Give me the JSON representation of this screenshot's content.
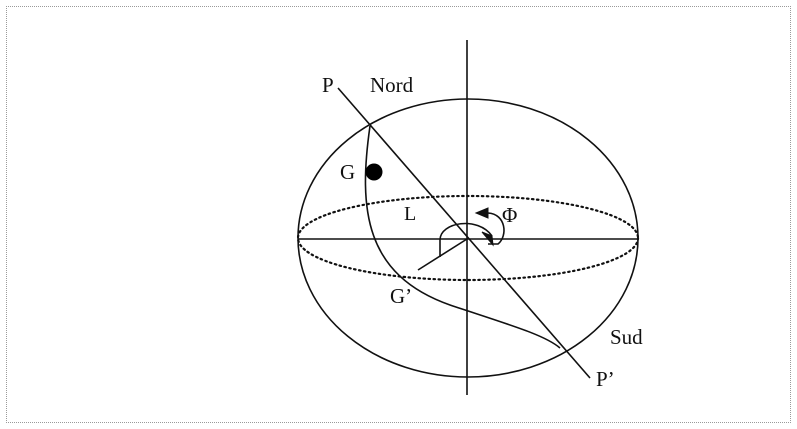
{
  "diagram": {
    "labels": {
      "p_top": "P",
      "nord": "Nord",
      "g_point": "G",
      "l_angle": "L",
      "phi_angle": "Φ",
      "g_prime": "G’",
      "sud": "Sud",
      "p_prime": "P’"
    },
    "colors": {
      "stroke": "#111111",
      "frame": "#9a9a9a"
    }
  }
}
